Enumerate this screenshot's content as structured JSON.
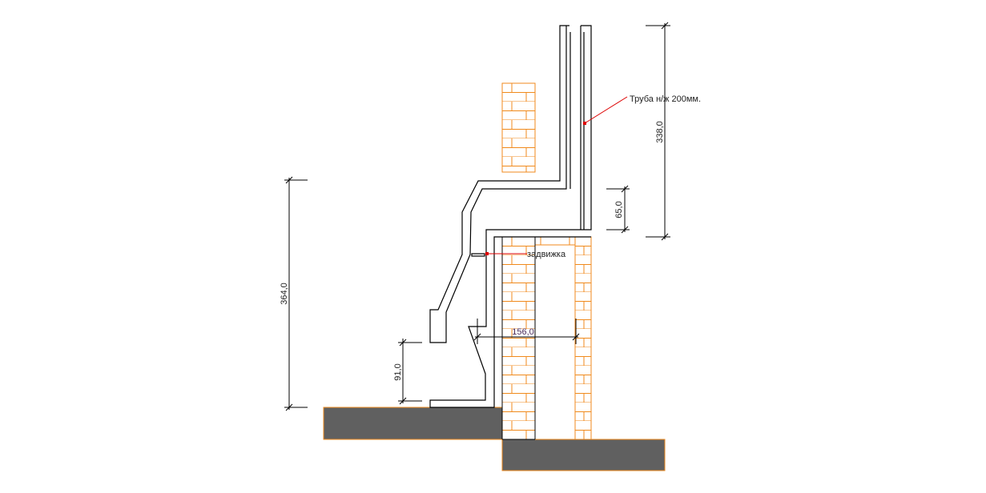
{
  "drawing": {
    "pipe_label": "Труба н/ж 200мм.",
    "damper_label": "задвижка",
    "dimensions": {
      "chimney_height": "338,0",
      "offset_height": "65,0",
      "total_height": "364,0",
      "firebox_height": "91,0",
      "wall_gap": "156,0"
    },
    "colors": {
      "brick": "#f08a1c",
      "slab": "#606060",
      "leader": "#dd0000",
      "line": "#000000"
    }
  }
}
